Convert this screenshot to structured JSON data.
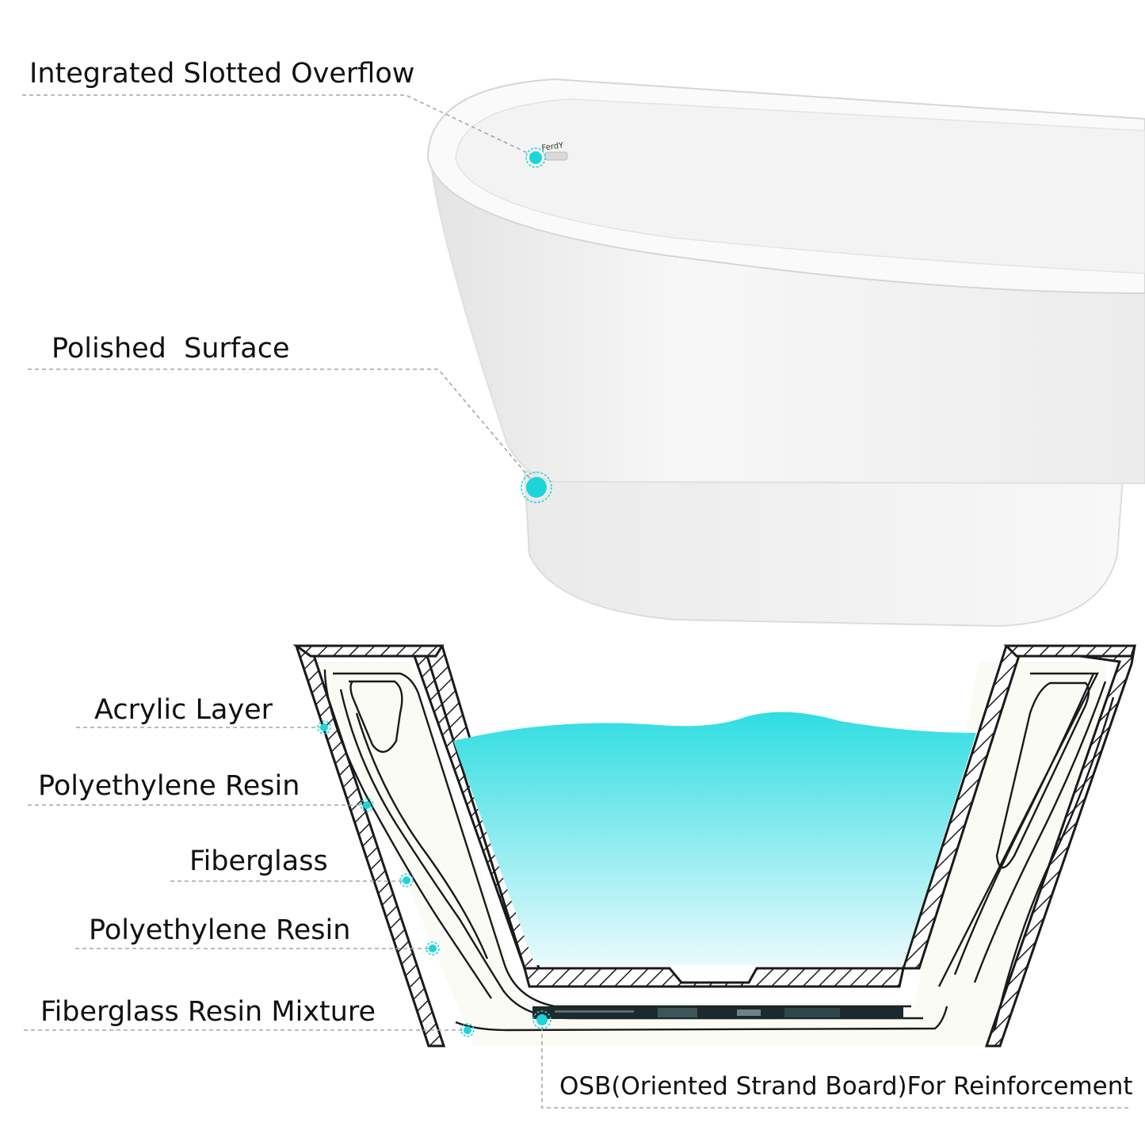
{
  "brand_mark": "FerdY",
  "callouts": {
    "overflow": "Integrated Slotted Overflow",
    "polished": "Polished  Surface",
    "acrylic": "Acrylic Layer",
    "resin1": "Polyethylene Resin",
    "fiberglass": "Fiberglass",
    "resin2": "Polyethylene Resin",
    "mixture": "Fiberglass Resin Mixture",
    "osb": "OSB(Oriented Strand Board)For Reinforcement"
  },
  "colors": {
    "accent": "#1cd4dc",
    "water_top": "#2fdde2",
    "water_bottom": "#eafafd",
    "hatch": "#1a1a1a",
    "tub": "#f1f1f1"
  },
  "icons": {
    "callout_marker": "dot-marker-icon"
  }
}
